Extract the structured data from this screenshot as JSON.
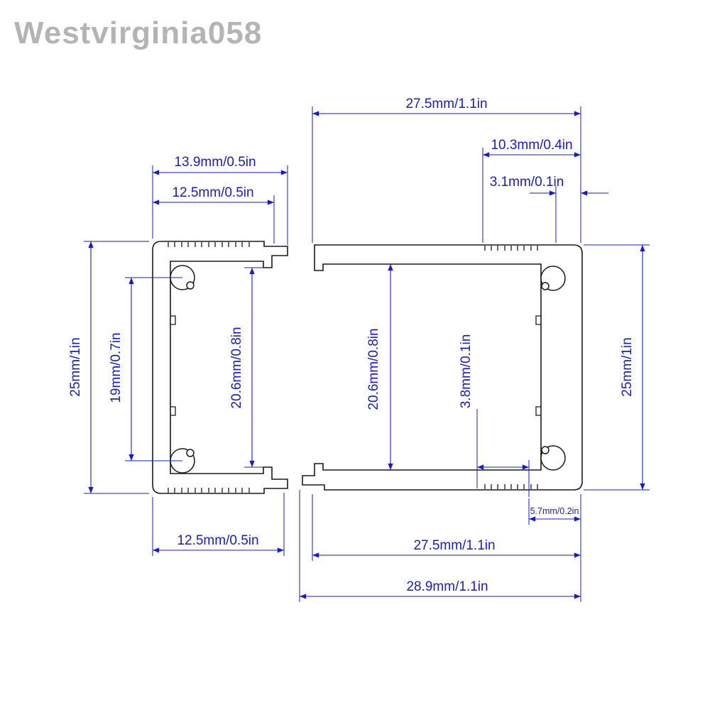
{
  "watermark": "Westvirginia058",
  "colors": {
    "dimension_blue": "#1a1acc",
    "outline_black": "#1a1a1a",
    "watermark_gray": "#b4b4b4",
    "background": "#ffffff"
  },
  "dims": {
    "right_outer_width_top": "27.5mm/1.1in",
    "right_top_inset": "10.3mm/0.4in",
    "right_wall_thickness": "3.1mm/0.1in",
    "left_outer_width": "13.9mm/0.5in",
    "left_top_width": "12.5mm/0.5in",
    "left_outer_height": "25mm/1in",
    "left_boss_spacing": "19mm/0.7in",
    "left_cavity_height": "20.6mm/0.8in",
    "right_cavity_height": "20.6mm/0.8in",
    "right_bottom_gap": "3.8mm/0.1in",
    "right_outer_height": "25mm/1in",
    "right_bottom_inset": "5.7mm/0.2in",
    "left_bottom_width": "12.5mm/0.5in",
    "right_outer_width_bottom": "27.5mm/1.1in",
    "total_width_bottom": "28.9mm/1.1in"
  }
}
